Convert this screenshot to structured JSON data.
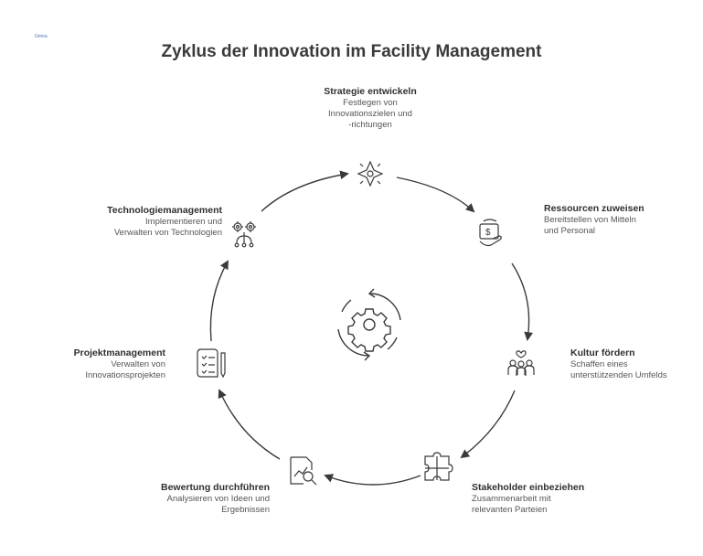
{
  "logo": {
    "text": "Gmoa"
  },
  "title": "Zyklus der Innovation im Facility Management",
  "stages": [
    {
      "id": "strategie",
      "title": "Strategie entwickeln",
      "desc": [
        "Festlegen von",
        "Innovationszielen und",
        "-richtungen"
      ],
      "icon": "compass-star-icon"
    },
    {
      "id": "ressourcen",
      "title": "Ressourcen zuweisen",
      "desc": [
        "Bereitstellen von Mitteln",
        "und Personal"
      ],
      "icon": "money-hand-icon"
    },
    {
      "id": "kultur",
      "title": "Kultur fördern",
      "desc": [
        "Schaffen eines",
        "unterstützenden Umfelds"
      ],
      "icon": "people-heart-icon"
    },
    {
      "id": "stakeholder",
      "title": "Stakeholder einbeziehen",
      "desc": [
        "Zusammenarbeit mit",
        "relevanten Parteien"
      ],
      "icon": "puzzle-icon"
    },
    {
      "id": "bewertung",
      "title": "Bewertung durchführen",
      "desc": [
        "Analysieren von Ideen und",
        "Ergebnissen"
      ],
      "icon": "chart-magnifier-icon"
    },
    {
      "id": "projekt",
      "title": "Projektmanagement",
      "desc": [
        "Verwalten von",
        "Innovationsprojekten"
      ],
      "icon": "clipboard-pen-icon"
    },
    {
      "id": "technologie",
      "title": "Technologiemanagement",
      "desc": [
        "Implementieren und",
        "Verwalten von Technologien"
      ],
      "icon": "gears-network-icon"
    }
  ],
  "center_icon": "gear-cycle-icon",
  "colors": {
    "text": "#333333",
    "stroke": "#3a3a3a"
  }
}
